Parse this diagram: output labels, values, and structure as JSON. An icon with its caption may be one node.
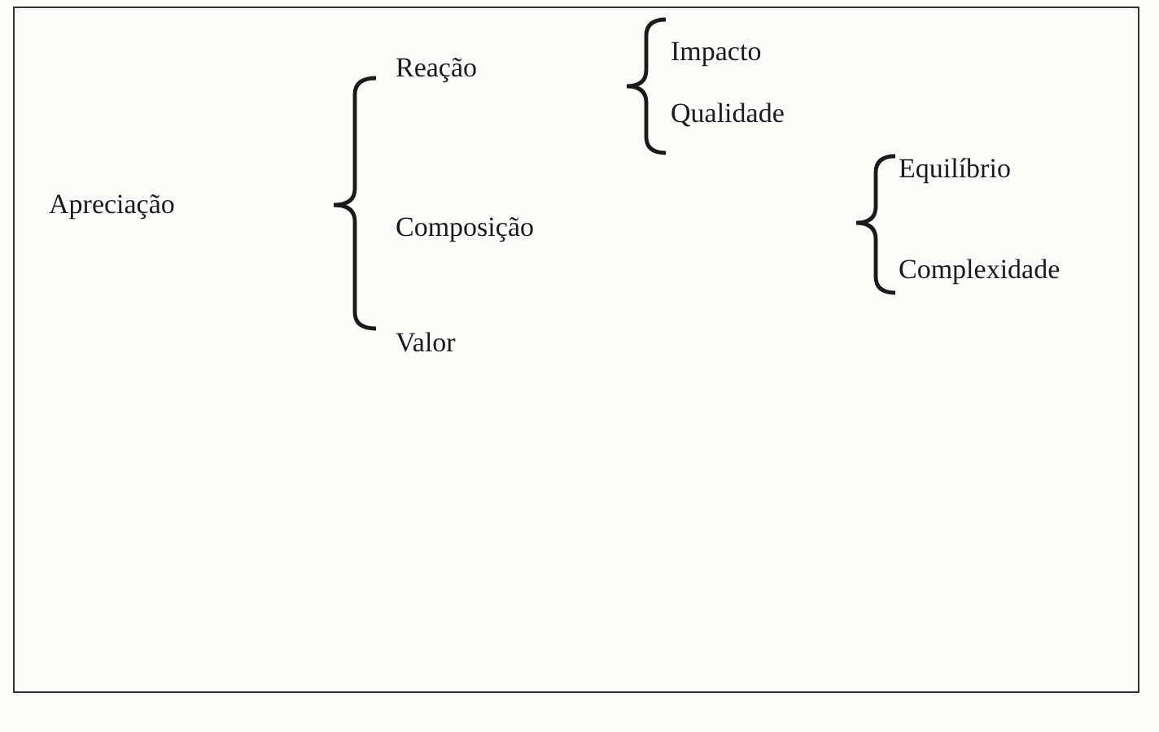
{
  "diagram": {
    "labels": [
      "Impacto",
      "Reação",
      "Qualidade",
      "Apreciação",
      "Equilíbrio",
      "Composição",
      "Complexidade",
      "Valor"
    ]
  }
}
